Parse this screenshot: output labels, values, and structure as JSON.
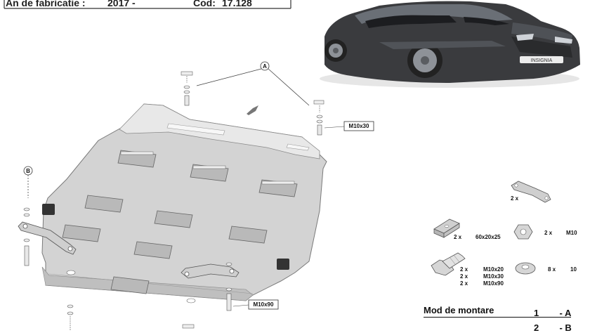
{
  "header": {
    "year_label": "An de fabricatie :",
    "year_value": "2017 -",
    "code_label": "Cod:",
    "code_value": "17.128"
  },
  "car": {
    "badge_text": "INSIGNIA"
  },
  "callouts": {
    "a": "A",
    "b": "B"
  },
  "bolt_labels": {
    "top_right": "M10x30",
    "bottom": "M10x90"
  },
  "parts": {
    "bracket_qty": "2   x",
    "spacer_qty": "2   x",
    "spacer_size": "60x20x25",
    "nut_qty": "2   x",
    "nut_size": "M10",
    "bolts": [
      {
        "qty": "2   x",
        "size": "M10x20"
      },
      {
        "qty": "2   x",
        "size": "M10x30"
      },
      {
        "qty": "2   x",
        "size": "M10x90"
      }
    ],
    "washer_qty": "8   x",
    "washer_size": "10"
  },
  "mounting": {
    "title": "Mod de montare",
    "rows": [
      {
        "num": "1",
        "code": "- A"
      },
      {
        "num": "2",
        "code": "- B"
      }
    ]
  }
}
